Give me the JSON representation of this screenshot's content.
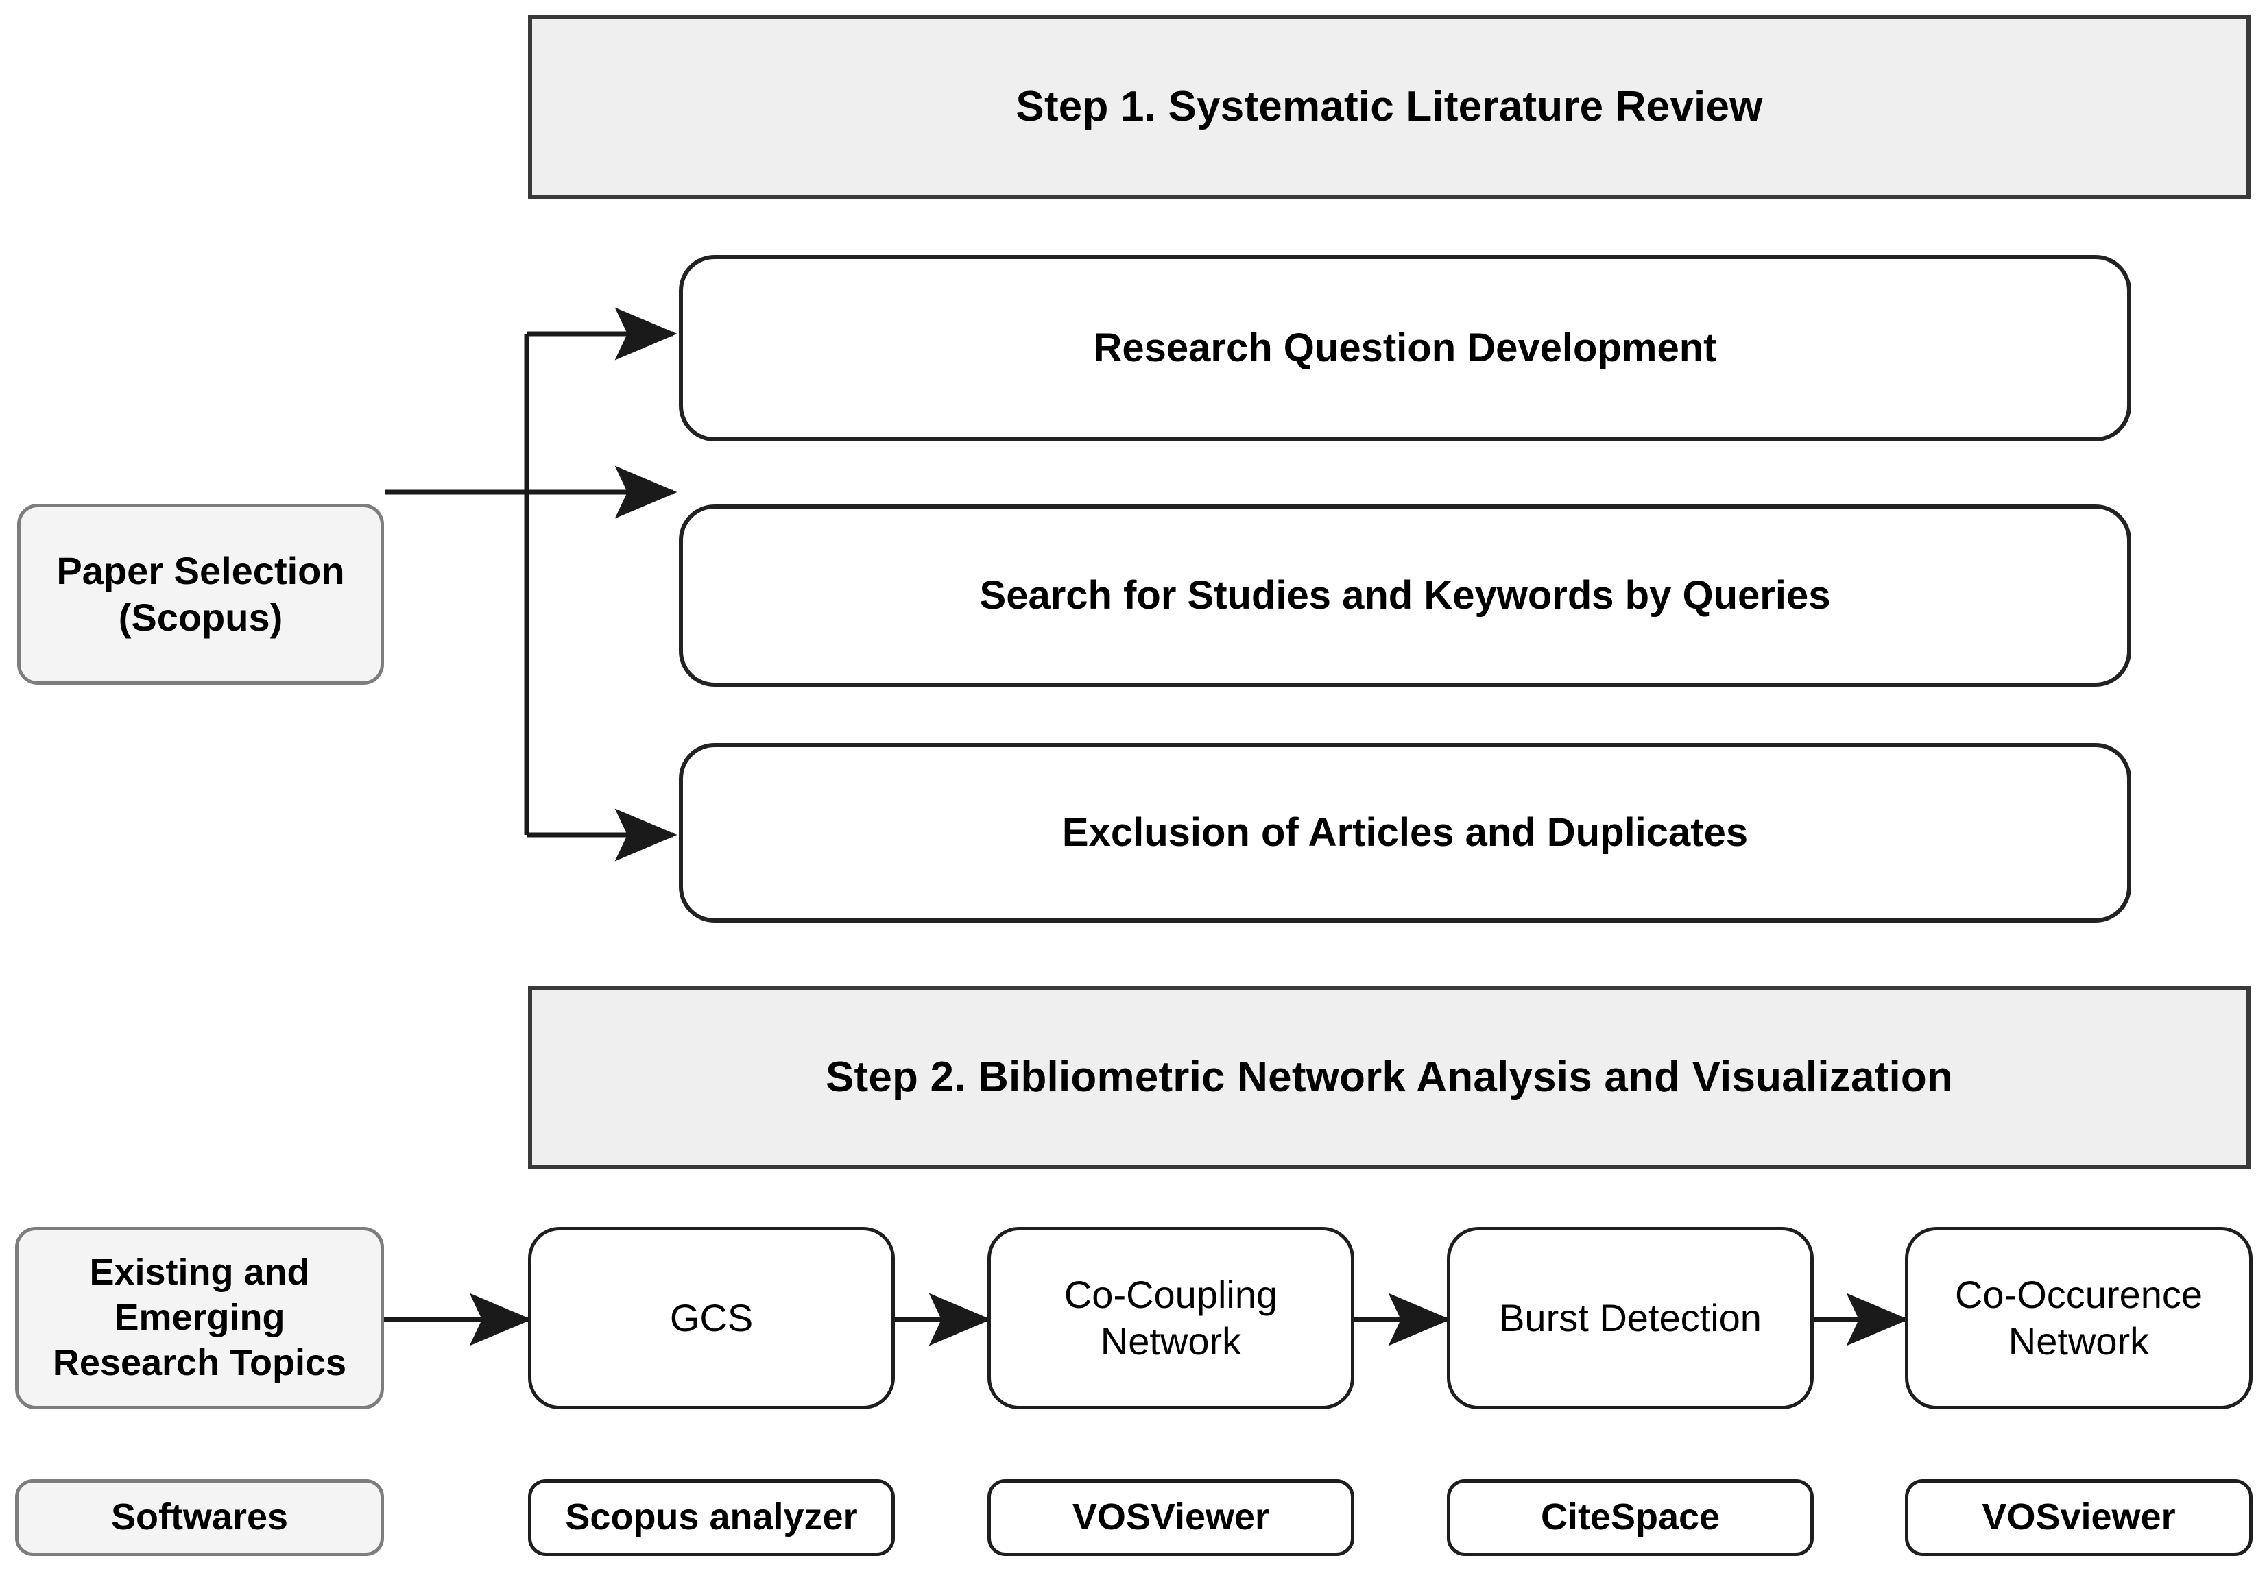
{
  "diagram": {
    "title": "Research methodology flowchart",
    "colors": {
      "banner_fill": "#efefef",
      "banner_border": "#3a3a3a",
      "source_fill": "#f4f4f4",
      "source_border": "#7d7d7d",
      "node_fill": "#ffffff",
      "node_border": "#222222",
      "connector": "#1a1a1a",
      "text": "#000000"
    }
  },
  "step1": {
    "banner": "Step 1. Systematic Literature Review",
    "source": {
      "line1": "Paper Selection",
      "line2": "(Scopus)"
    },
    "tasks": [
      "Research Question Development",
      "Search for Studies and Keywords by Queries",
      "Exclusion of Articles and Duplicates"
    ]
  },
  "step2": {
    "banner": "Step 2. Bibliometric Network Analysis and Visualization",
    "source": {
      "line1": "Existing and",
      "line2": "Emerging",
      "line3": "Research Topics"
    },
    "pipeline": [
      {
        "line1": "GCS",
        "line2": ""
      },
      {
        "line1": "Co-Coupling",
        "line2": "Network"
      },
      {
        "line1": "Burst Detection",
        "line2": ""
      },
      {
        "line1": "Co-Occurence",
        "line2": "Network"
      }
    ],
    "software_label": "Softwares",
    "software": [
      "Scopus analyzer",
      "VOSViewer",
      "CiteSpace",
      "VOSviewer"
    ]
  }
}
